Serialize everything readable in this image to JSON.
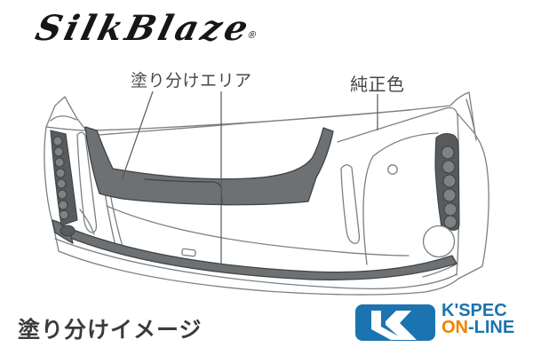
{
  "brand": {
    "logo_text": "SilkBlaze",
    "registered_mark": "®"
  },
  "labels": {
    "paint_area": "塗り分けエリア",
    "stock_color": "純正色"
  },
  "caption": "塗り分けイメージ",
  "shop_logo": {
    "name": "K'SPEC ON-LINE",
    "line1": "K'SPEC",
    "line2_on": "ON",
    "line2_line": "-LINE"
  },
  "colors": {
    "paint_area_fill": "#6e7173",
    "drawing_line": "#7c7f82",
    "dark_edge": "#3f4345",
    "led_strip_fill": "#575b5d",
    "led_circle_fill": "#7e8285",
    "label_text": "#47474a",
    "caption_text": "#3b3b3d",
    "logo_black": "#161616",
    "shop_blue": "#1b74b0",
    "shop_orange": "#f08300",
    "leader_line": "#58585a",
    "background": "#ffffff"
  }
}
